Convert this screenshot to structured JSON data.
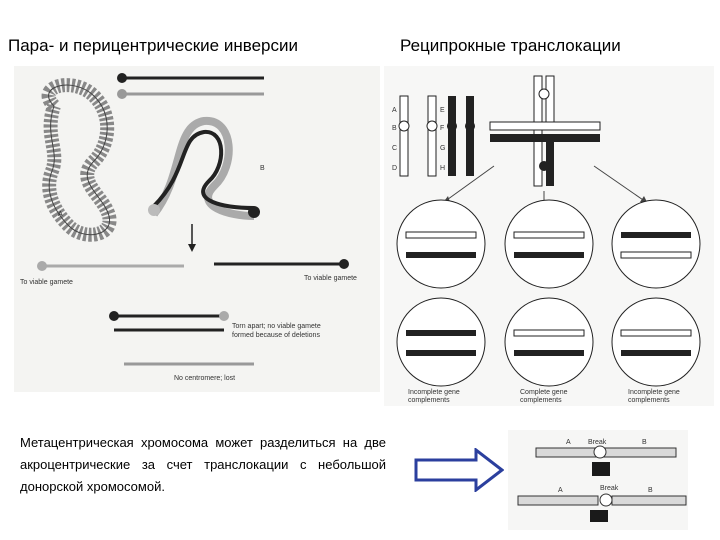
{
  "titles": {
    "left": "Пара- и перицентрические инверсии",
    "right": "Реципрокные транслокации"
  },
  "description": "Метацентрическая хромосома может разделиться на две акроцентрические за счет транслокации с небольшой донорской хромосомой.",
  "left_panel": {
    "labels": {
      "a": "A",
      "b": "B",
      "gamete1": "To viable gamete",
      "gamete2": "To viable gamete",
      "torn": "Torn apart; no viable gamete",
      "torn2": "formed because of deletions",
      "nocent": "No centromere; lost"
    }
  },
  "right_panel": {
    "gene_letters": [
      "A",
      "B",
      "C",
      "D",
      "E",
      "F",
      "G",
      "H"
    ],
    "labels": {
      "inc1": "Incomplete gene",
      "inc1b": "complements",
      "comp": "Complete gene",
      "compb": "complements",
      "inc2": "Incomplete gene",
      "inc2b": "complements"
    }
  },
  "bottom_panel": {
    "labels": {
      "a1": "A",
      "b1": "B",
      "break1": "Break",
      "break2": "Break",
      "a2": "A",
      "b2": "B"
    }
  },
  "colors": {
    "arrow": "#2b3f9e",
    "dark": "#1a1a1a",
    "light": "#d9d9d9"
  }
}
